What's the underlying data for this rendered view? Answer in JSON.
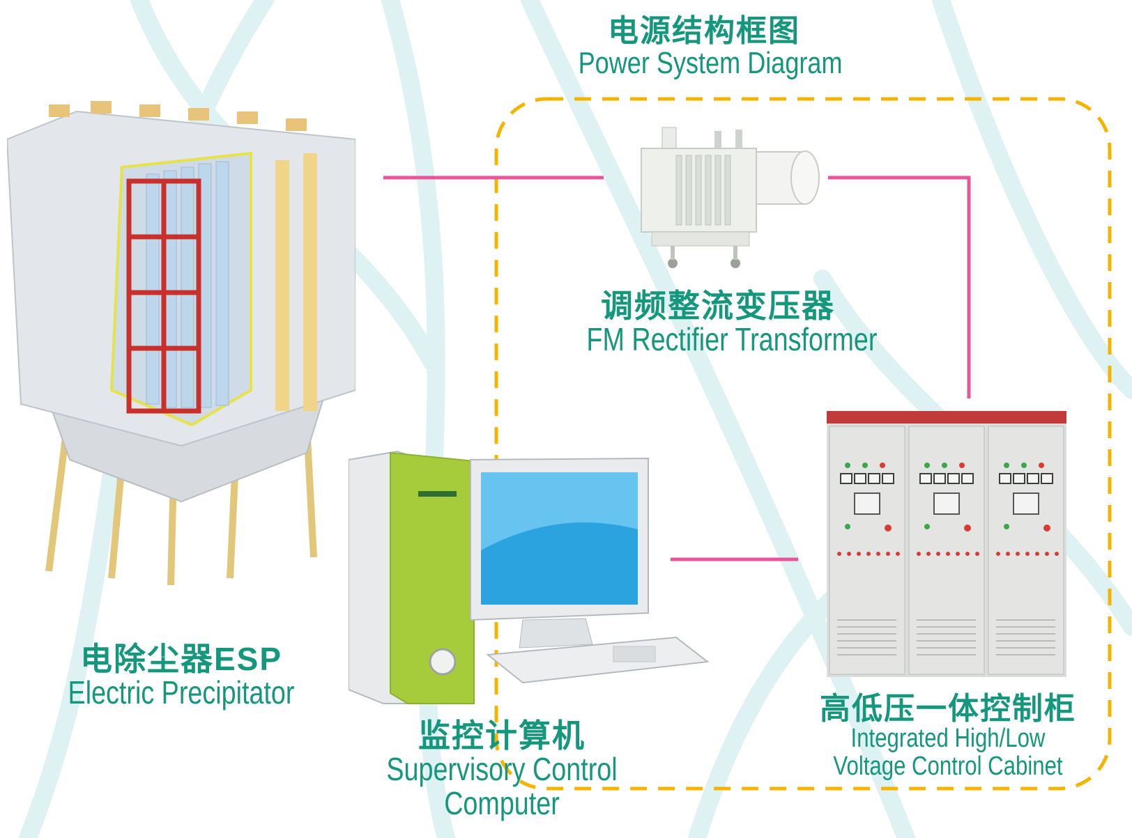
{
  "title": {
    "cn": "电源结构框图",
    "en": "Power System Diagram"
  },
  "nodes": {
    "esp": {
      "cn": "电除尘器ESP",
      "en": "Electric Precipitator"
    },
    "transformer": {
      "cn": "调频整流变压器",
      "en": "FM Rectifier Transformer"
    },
    "computer": {
      "cn": "监控计算机",
      "en_line1": "Supervisory Control",
      "en_line2": "Computer"
    },
    "cabinet": {
      "cn": "高低压一体控制柜",
      "en_line1": "Integrated High/Low",
      "en_line2": "Voltage Control Cabinet"
    }
  },
  "colors": {
    "text": "#14977d",
    "connector": "#e8559a",
    "boundary": "#f5b400"
  }
}
